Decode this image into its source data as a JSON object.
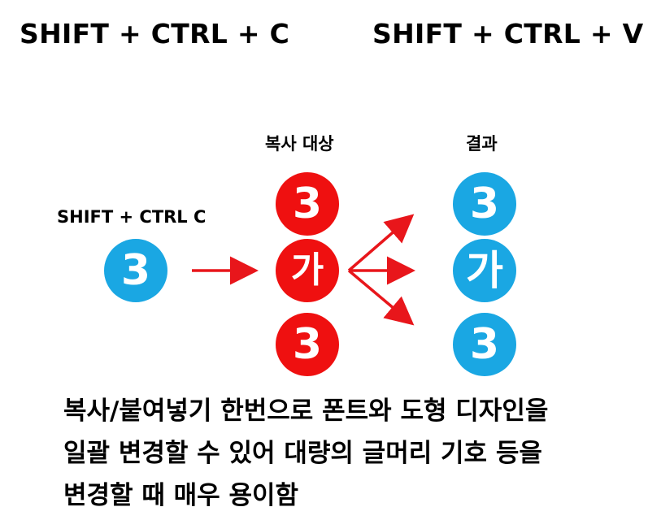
{
  "header": {
    "copy_shortcut": "SHIFT + CTRL + C",
    "paste_shortcut": "SHIFT + CTRL + V"
  },
  "diagram": {
    "source_label": "SHIFT + CTRL C",
    "source_circle": {
      "text": "3",
      "color": "#1aa7e3"
    },
    "target_label": "복사 대상",
    "target_circles": [
      {
        "text": "3",
        "color": "#ef1010"
      },
      {
        "text": "가",
        "color": "#ef1010"
      },
      {
        "text": "3",
        "color": "#ef1010"
      }
    ],
    "result_label": "결과",
    "result_circles": [
      {
        "text": "3",
        "color": "#1aa7e3"
      },
      {
        "text": "가",
        "color": "#1aa7e3"
      },
      {
        "text": "3",
        "color": "#1aa7e3"
      }
    ],
    "arrow_color": "#e8161b"
  },
  "description": {
    "lines": [
      "복사/붙여넣기 한번으로 폰트와 도형 디자인을",
      "일괄 변경할 수 있어 대량의 글머리 기호 등을",
      "변경할 때 매우 용이함"
    ]
  }
}
